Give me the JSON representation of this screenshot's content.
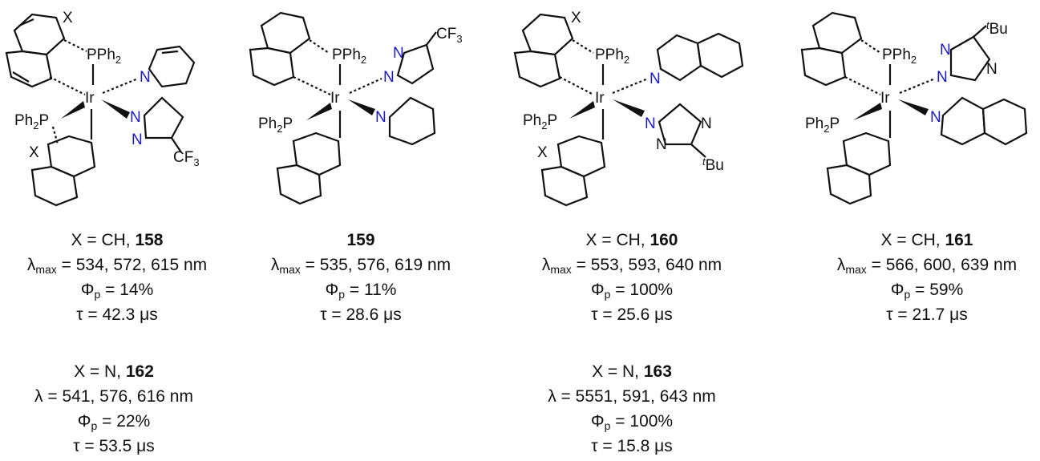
{
  "compounds": [
    {
      "substituent": "X = CH, ",
      "id": "158",
      "lambda_sym": "λ",
      "lambda_sub": "max",
      "lambda_val": " = 534, 572, 615 nm",
      "phi_sym": "Φ",
      "phi_sub": "p",
      "phi_val": " = 14%",
      "tau": "τ = 42.3 μs"
    },
    {
      "substituent": "",
      "id": "159",
      "lambda_sym": "λ",
      "lambda_sub": "max",
      "lambda_val": " = 535, 576, 619 nm",
      "phi_sym": "Φ",
      "phi_sub": "p",
      "phi_val": " = 11%",
      "tau": "τ = 28.6 μs"
    },
    {
      "substituent": "X = CH, ",
      "id": "160",
      "lambda_sym": "λ",
      "lambda_sub": "max",
      "lambda_val": " = 553, 593, 640 nm",
      "phi_sym": "Φ",
      "phi_sub": "p",
      "phi_val": " = 100%",
      "tau": "τ = 25.6 μs"
    },
    {
      "substituent": "X = CH, ",
      "id": "161",
      "lambda_sym": "λ",
      "lambda_sub": "max",
      "lambda_val": " = 566, 600, 639 nm",
      "phi_sym": "Φ",
      "phi_sub": "p",
      "phi_val": " = 59%",
      "tau": "τ = 21.7 μs"
    },
    {
      "substituent": "X = N, ",
      "id": "162",
      "lambda_sym": "λ",
      "lambda_sub": "",
      "lambda_val": " = 541, 576, 616 nm",
      "phi_sym": "Φ",
      "phi_sub": "p",
      "phi_val": " = 22%",
      "tau": "τ = 53.5 μs"
    },
    {
      "substituent": "X = N, ",
      "id": "163",
      "lambda_sym": "λ",
      "lambda_sub": "",
      "lambda_val": " = 5551, 591, 643 nm",
      "phi_sym": "Φ",
      "phi_sub": "p",
      "phi_val": " = 100%",
      "tau": "τ = 15.8 μs"
    }
  ],
  "atom_labels": {
    "metal": "Ir",
    "pph2": "PPh",
    "ph2p": "Ph",
    "sub2": "2",
    "p": "P",
    "n": "N",
    "x": "X",
    "cf3": "CF",
    "sub3": "3",
    "tbu_t": "t",
    "tbu_bu": "Bu"
  },
  "colors": {
    "nitrogen": "#1a1acc",
    "text": "#111111"
  }
}
